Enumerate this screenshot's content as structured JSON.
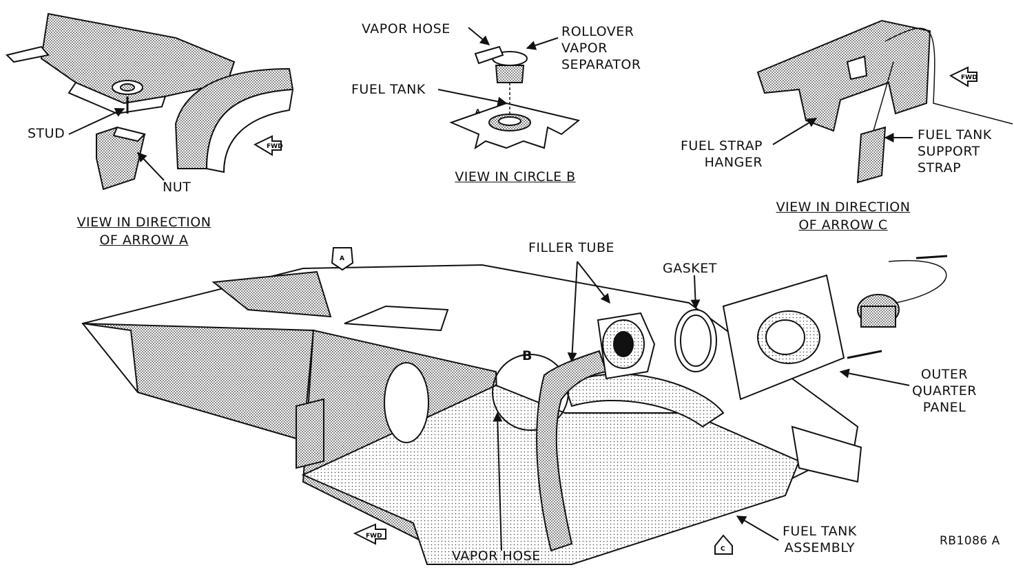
{
  "labels": {
    "vapor_hose_top": "VAPOR HOSE",
    "rollover": [
      "ROLLOVER",
      "VAPOR",
      "SEPARATOR"
    ],
    "fuel_tank_small": "FUEL TANK",
    "stud": "STUD",
    "nut": "NUT",
    "fuel_strap_hanger": [
      "FUEL STRAP",
      "HANGER"
    ],
    "fuel_tank_support_strap": [
      "FUEL TANK",
      "SUPPORT",
      "STRAP"
    ],
    "filler_tube": "FILLER TUBE",
    "gasket": "GASKET",
    "outer_quarter_panel": [
      "OUTER",
      "QUARTER",
      "PANEL"
    ],
    "fuel_tank_assembly": [
      "FUEL TANK",
      "ASSEMBLY"
    ],
    "vapor_hose_bottom": "VAPOR HOSE",
    "circle_b": "B"
  },
  "captions": {
    "arrow_a": [
      "VIEW IN DIRECTION",
      "OF ARROW A"
    ],
    "circle_b": "VIEW IN CIRCLE B",
    "arrow_c": [
      "VIEW IN DIRECTION",
      "OF ARROW C"
    ]
  },
  "markers": {
    "a": "A",
    "c": "C",
    "fwd": "FWD"
  },
  "figure_id": "RB1086 A"
}
